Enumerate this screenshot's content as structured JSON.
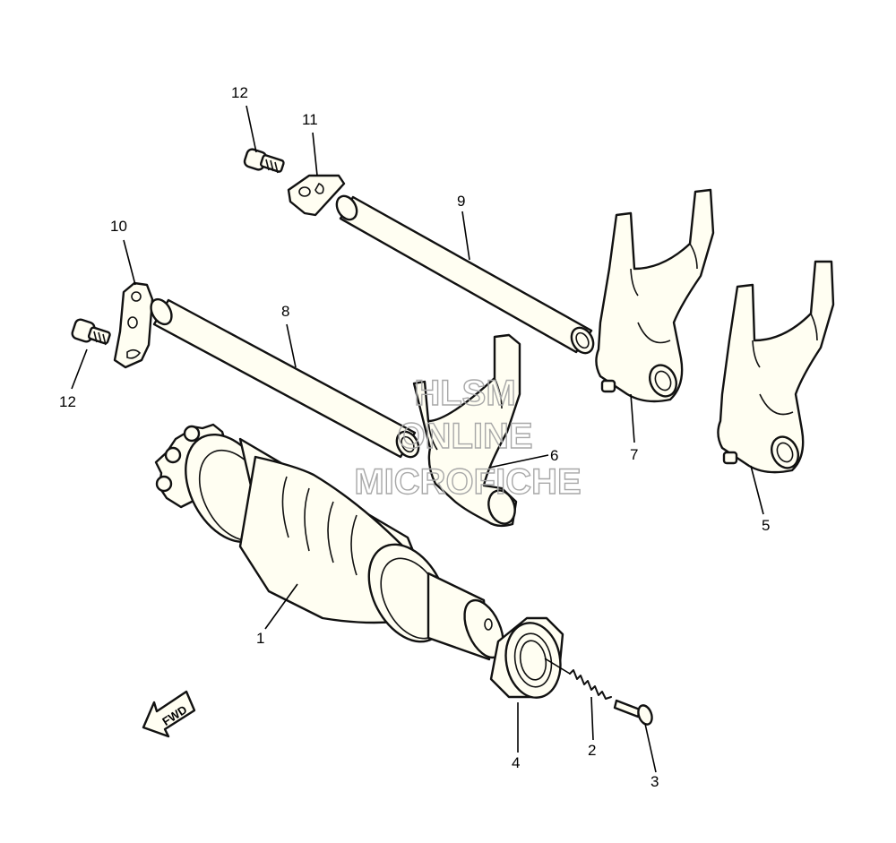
{
  "callouts": [
    {
      "id": "1",
      "text": "1"
    },
    {
      "id": "2",
      "text": "2"
    },
    {
      "id": "3",
      "text": "3"
    },
    {
      "id": "4",
      "text": "4"
    },
    {
      "id": "5",
      "text": "5"
    },
    {
      "id": "6",
      "text": "6"
    },
    {
      "id": "7",
      "text": "7"
    },
    {
      "id": "8",
      "text": "8"
    },
    {
      "id": "9",
      "text": "9"
    },
    {
      "id": "10",
      "text": "10"
    },
    {
      "id": "11",
      "text": "11"
    },
    {
      "id": "12a",
      "text": "12"
    },
    {
      "id": "12b",
      "text": "12"
    }
  ],
  "direction_arrow": {
    "label": "FWD"
  },
  "watermark": {
    "line1": "HLSM",
    "line2": "ONLINE",
    "line3": "MICROFICHE"
  }
}
